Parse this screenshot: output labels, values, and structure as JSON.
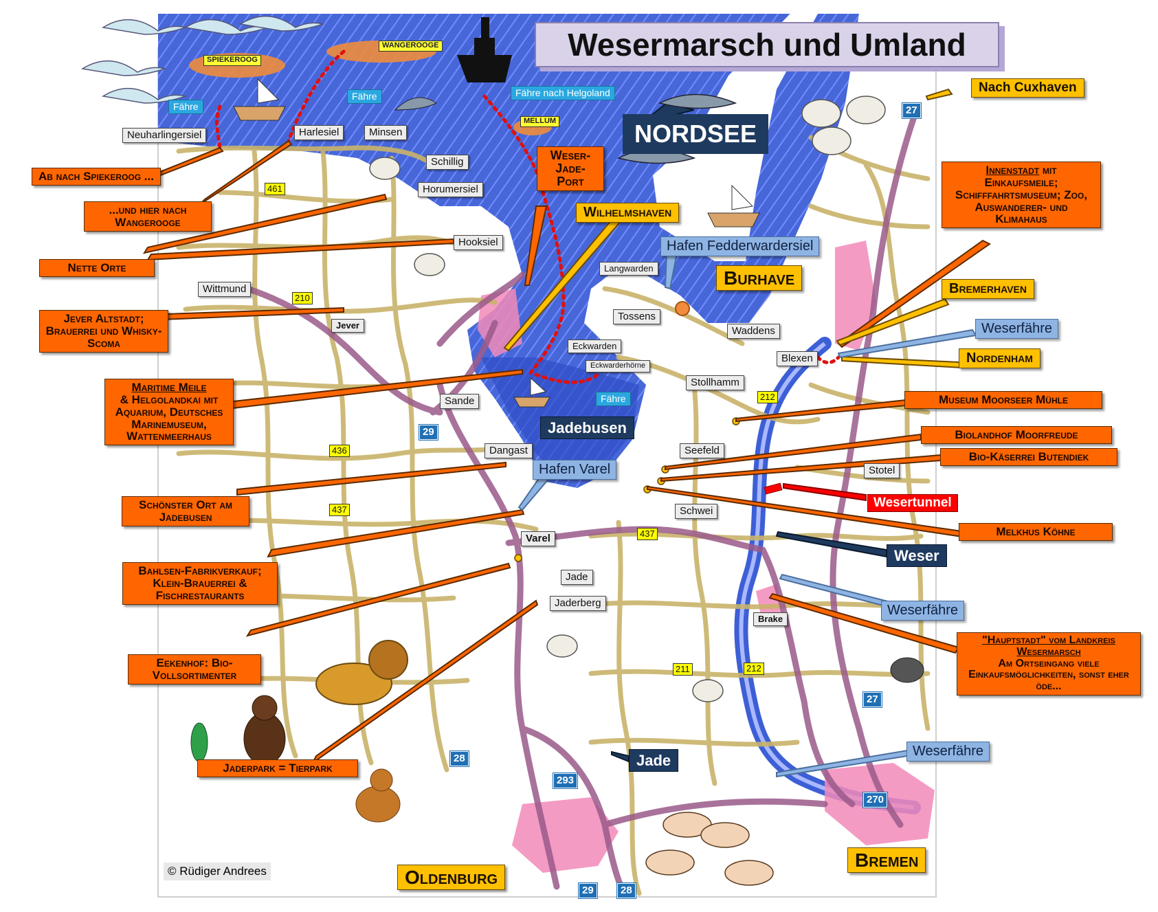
{
  "title": "Wesermarsch und Umland",
  "sea_label": "NORDSEE",
  "copyright": "© Rüdiger Andrees",
  "islands": {
    "spiekeroog": "SPIEKEROOG",
    "wangerooge": "WANGEROOGE",
    "mellum": "MELLUM"
  },
  "ferries": {
    "f1": "Fähre",
    "f2": "Fähre",
    "f3": "Fähre",
    "helgoland": "Fähre nach Helgoland"
  },
  "places": {
    "neuharlingersiel": "Neuharlingersiel",
    "harlesiel": "Harlesiel",
    "minsen": "Minsen",
    "schillig": "Schillig",
    "horumersiel": "Horumersiel",
    "hooksiel": "Hooksiel",
    "wittmund": "Wittmund",
    "jever": "Jever",
    "langwarden": "Langwarden",
    "tossens": "Tossens",
    "waddens": "Waddens",
    "blexen": "Blexen",
    "eckwarden": "Eckwarden",
    "eckwarderhoerne": "Eckwarderhörne",
    "stollhamm": "Stollhamm",
    "sande": "Sande",
    "dangast": "Dangast",
    "seefeld": "Seefeld",
    "stotel": "Stotel",
    "schwei": "Schwei",
    "varel": "Varel",
    "jade": "Jade",
    "jaderberg": "Jaderberg",
    "brake": "Brake"
  },
  "callouts": {
    "spiekeroog": "Ab nach Spiekeroog ...",
    "wangerooge": "...und hier nach Wangerooge",
    "nette_orte": "Nette Orte",
    "jever": "Jever Altstadt; Brauerrei und Whisky- Scoma",
    "maritime_1": "Maritime Meile",
    "maritime_2": "& Helgolandkai mit Aquarium, Deutsches Marinemuseum, Wattenmeerhaus",
    "dangast": "Schönster Ort am Jadebusen",
    "varel": "Bahlsen-Fabrikverkauf; Klein-Brauerrei & Fischrestaurants",
    "eekenhof": "Eekenhof: Bio-Vollsortimenter",
    "jaderpark": "Jaderpark = Tierpark",
    "jade_weser_port": "Weser-Jade-Port",
    "innenstadt_1": "Innenstadt",
    "innenstadt_2": " mit Einkaufsmeile; Schifffahrtsmuseum; Zoo, Auswanderer- und Klimahaus",
    "moorseer": "Museum Moorseer Mühle",
    "moorfreude": "Biolandhof Moorfreude",
    "butendiek": "Bio-Käserrei Butendiek",
    "koehne": "Melkhus Köhne",
    "brake_1": "\"Hauptstadt\" vom Landkreis Wesermarsch",
    "brake_2": "Am Ortseingang viele Einkaufsmöglichkeiten, sonst eher öde..."
  },
  "cities": {
    "wilhelmshaven": "Wilhelmshaven",
    "burhave": "Burhave",
    "bremerhaven": "Bremerhaven",
    "nordenham": "Nordenham",
    "oldenburg": "Oldenburg",
    "bremen": "Bremen",
    "cuxhaven": "Nach Cuxhaven"
  },
  "water": {
    "jadebusen": "Jadebusen",
    "weser": "Weser",
    "jade": "Jade"
  },
  "info_blue": {
    "fedderwardersiel": "Hafen Fedderwardersiel",
    "hafen_varel": "Hafen Varel",
    "weserfaehre_1": "Weserfähre",
    "weserfaehre_2": "Weserfähre",
    "weserfaehre_3": "Weserfähre"
  },
  "wesertunnel": "Wesertunnel",
  "roads_yellow": {
    "r461": "461",
    "r210": "210",
    "r436": "436",
    "r437a": "437",
    "r437b": "437",
    "r212a": "212",
    "r211": "211",
    "r212b": "212"
  },
  "roads_blue": {
    "a27a": "27",
    "a29a": "29",
    "a27b": "27",
    "a28a": "28",
    "a293": "293",
    "a270": "270",
    "a29b": "29",
    "a28b": "28"
  },
  "colors": {
    "sea": "#3d5fd6",
    "road_minor": "#c9b36a",
    "road_major": "#9a5a8a",
    "city_area": "#f28ab8",
    "callout_orange": "#ff6600",
    "city_gold": "#ffc000",
    "navy": "#1f3a5f"
  }
}
